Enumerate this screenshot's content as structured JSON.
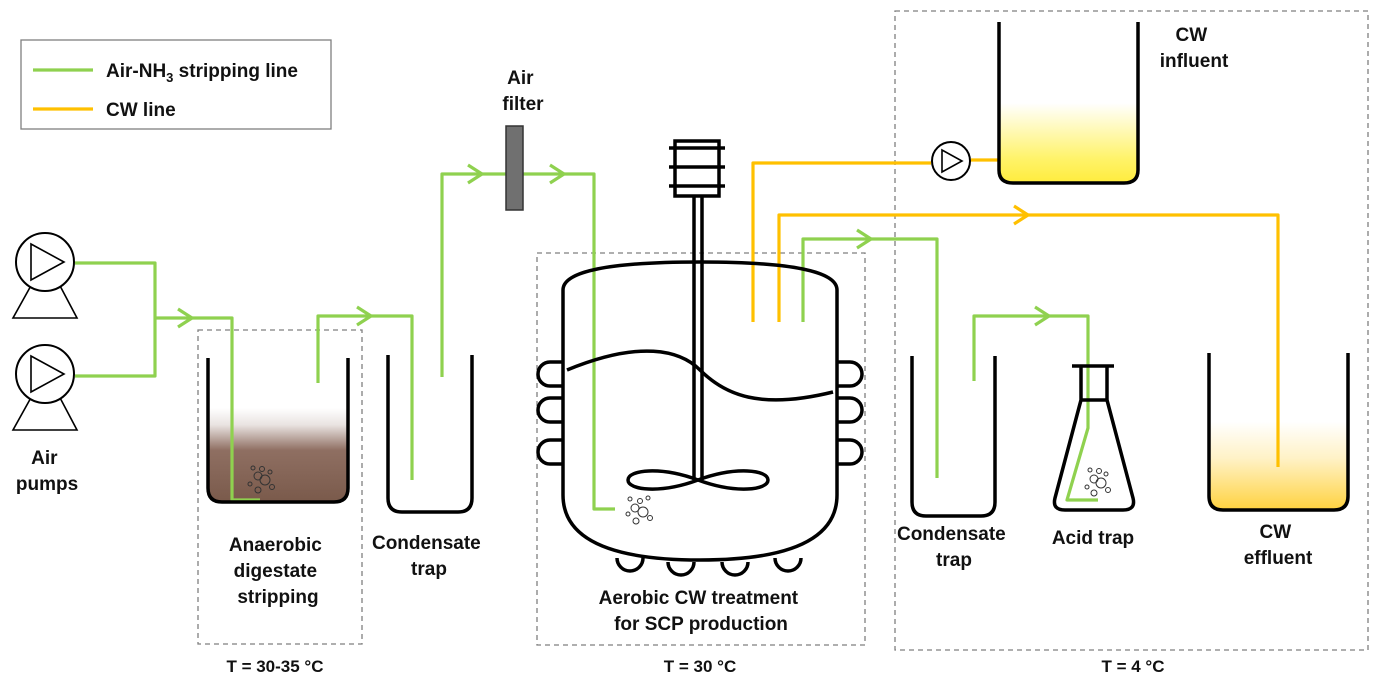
{
  "legend": {
    "items": [
      {
        "prefix": "Air-NH",
        "sub": "3",
        "suffix": " stripping line",
        "color": "#8fd14f"
      },
      {
        "prefix": "CW line",
        "sub": "",
        "suffix": "",
        "color": "#ffc000"
      }
    ]
  },
  "labels": {
    "air_pumps": [
      "Air",
      "pumps"
    ],
    "air_filter": [
      "Air",
      "filter"
    ],
    "anaerobic": [
      "Anaerobic",
      "digestate",
      "stripping"
    ],
    "condensate_1": [
      "Condensate",
      "trap"
    ],
    "reactor": [
      "Aerobic CW treatment",
      "for SCP production"
    ],
    "condensate_2": [
      "Condensate",
      "trap"
    ],
    "acid_trap": [
      "Acid trap"
    ],
    "cw_influent": [
      "CW",
      "influent"
    ],
    "cw_effluent": [
      "CW",
      "effluent"
    ]
  },
  "temperatures": {
    "zone1": "T = 30-35 °C",
    "zone2": "T = 30 °C",
    "zone3": "T = 4 °C"
  },
  "colors": {
    "stripping_line": "#8fd14f",
    "cw_line": "#ffc000",
    "digestate": "#7a5a4b",
    "cw_liquid": "#ffec3d",
    "effluent_liquid": "#ffd23f",
    "filter": "#707070"
  },
  "icons": [
    "air-pump-icon",
    "air-filter-icon",
    "cw-pump-icon",
    "stirrer-motor-icon",
    "bubbles-icon",
    "flow-arrow-icon"
  ]
}
